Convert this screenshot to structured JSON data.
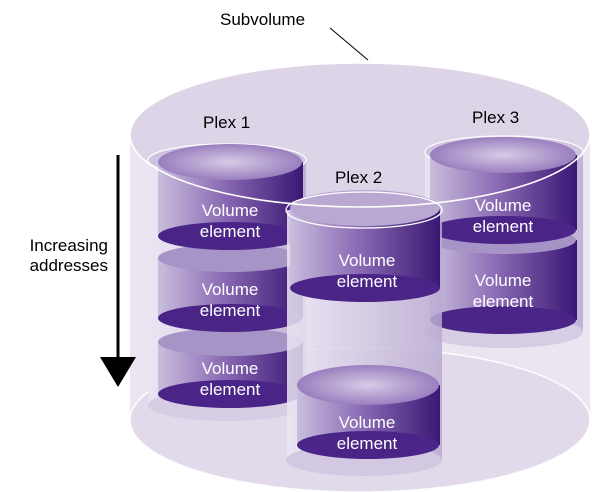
{
  "labels": {
    "subvolume": "Subvolume",
    "plex1": "Plex 1",
    "plex2": "Plex 2",
    "plex3": "Plex 3",
    "axis_line1": "Increasing",
    "axis_line2": "addresses"
  },
  "volume_element": {
    "line1": "Volume",
    "line2": "element"
  },
  "plexes": [
    {
      "name": "Plex 1",
      "volume_elements": 3
    },
    {
      "name": "Plex 2",
      "volume_elements": 2
    },
    {
      "name": "Plex 3",
      "volume_elements": 2
    }
  ],
  "colors": {
    "subvolume_fill": "#e4dcec",
    "disk_dark": "#3d1a78",
    "disk_mid": "#7a58a8",
    "disk_top": "#b3a2cd",
    "text_on_disk": "#ffffff"
  }
}
